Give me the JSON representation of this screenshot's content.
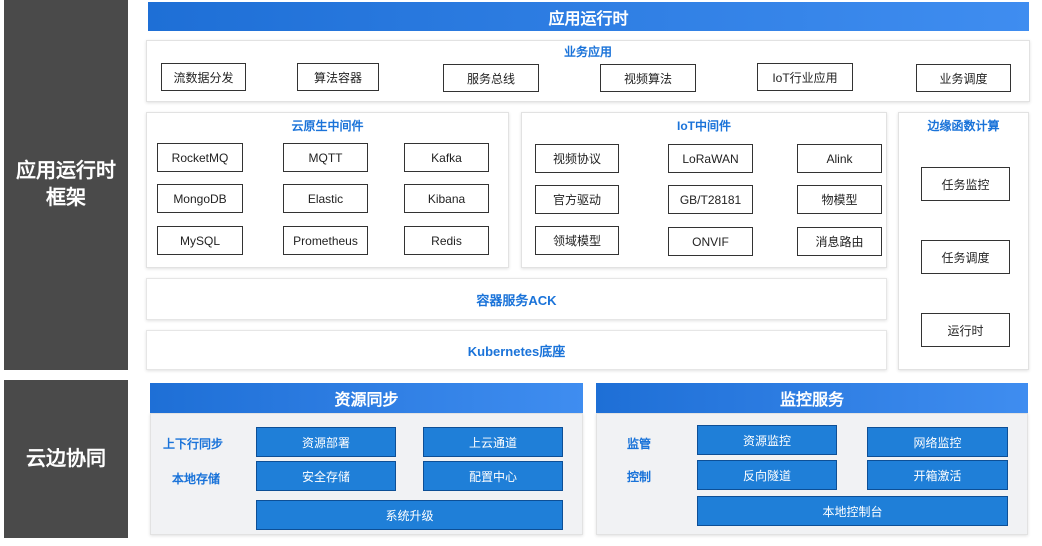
{
  "sidebar": {
    "runtime_framework_line1": "应用运行时",
    "runtime_framework_line2": "框架",
    "cloud_edge": "云边协同"
  },
  "header": {
    "title": "应用运行时"
  },
  "business_apps": {
    "title": "业务应用",
    "items": [
      "流数据分发",
      "算法容器",
      "服务总线",
      "视频算法",
      "IoT行业应用",
      "业务调度"
    ]
  },
  "cloud_native": {
    "title": "云原生中间件",
    "items": [
      "RocketMQ",
      "MQTT",
      "Kafka",
      "MongoDB",
      "Elastic",
      "Kibana",
      "MySQL",
      "Prometheus",
      "Redis"
    ]
  },
  "iot": {
    "title": "IoT中间件",
    "items": [
      "视频协议",
      "LoRaWAN",
      "Alink",
      "官方驱动",
      "GB/T28181",
      "物模型",
      "领域模型",
      "ONVIF",
      "消息路由"
    ]
  },
  "edge_compute": {
    "title": "边缘函数计算",
    "items": [
      "任务监控",
      "任务调度",
      "运行时"
    ]
  },
  "container_service": {
    "label": "容器服务ACK"
  },
  "kubernetes": {
    "label": "Kubernetes底座"
  },
  "resource_sync": {
    "title": "资源同步",
    "labels": [
      "上下行同步",
      "本地存储"
    ],
    "items": [
      "资源部署",
      "上云通道",
      "安全存储",
      "配置中心",
      "系统升级"
    ]
  },
  "monitoring": {
    "title": "监控服务",
    "labels": [
      "监管",
      "控制"
    ],
    "items": [
      "资源监控",
      "网络监控",
      "反向隧道",
      "开箱激活",
      "本地控制台"
    ]
  },
  "colors": {
    "accent": "#1a73d9",
    "box_blue": "#1f7fd8",
    "sidebar": "#4a4a4a"
  }
}
